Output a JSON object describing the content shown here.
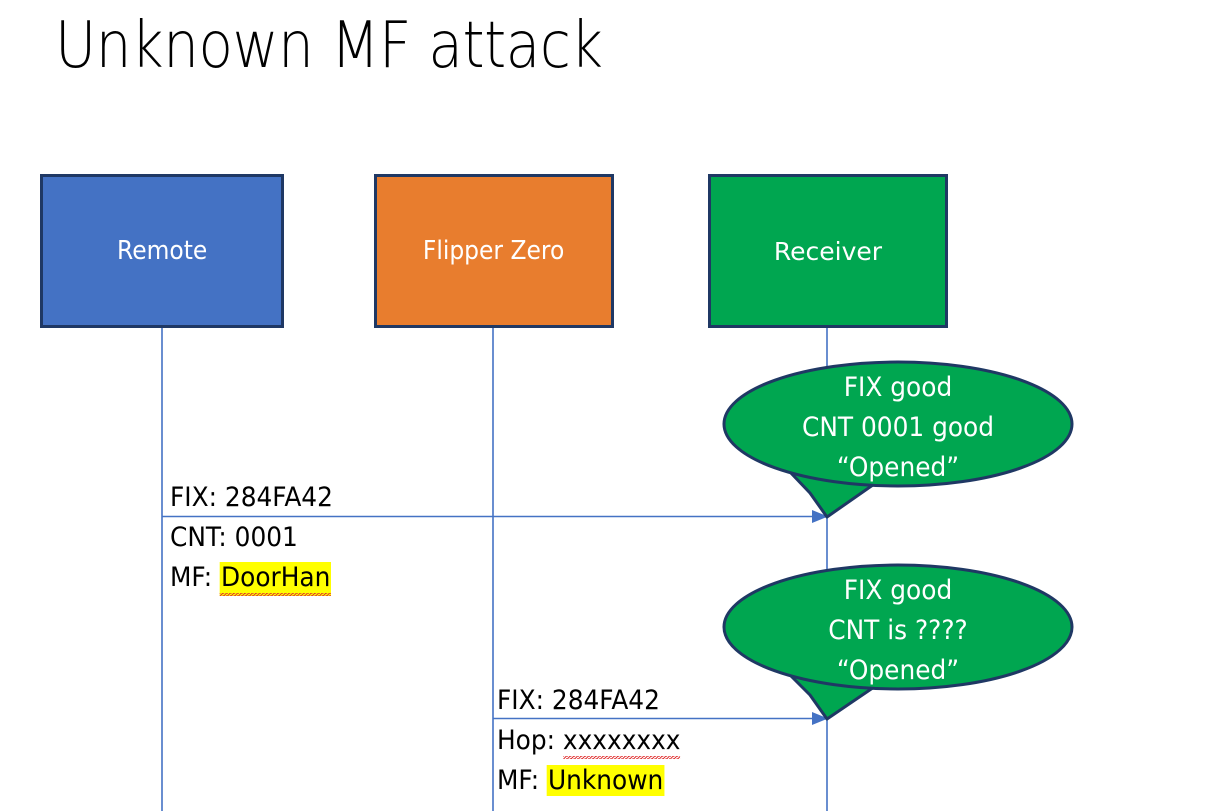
{
  "slide": {
    "title": "Unknown MF attack"
  },
  "actors": [
    {
      "id": "remote",
      "label": "Remote",
      "color": "#4472C4",
      "border": "#1F3864"
    },
    {
      "id": "flipper",
      "label": "Flipper Zero",
      "color": "#E87D2E",
      "border": "#1F3864"
    },
    {
      "id": "receiver",
      "label": "Receiver",
      "color": "#00A650",
      "border": "#1F3864"
    }
  ],
  "messages": [
    {
      "id": "message-1",
      "from": "remote",
      "to": "receiver",
      "lines": [
        {
          "label": "FIX: ",
          "value": "284FA42",
          "highlight": false,
          "spellerror": false
        },
        {
          "label": "CNT: ",
          "value": "0001",
          "highlight": false,
          "spellerror": false
        },
        {
          "label": "MF: ",
          "value": "DoorHan",
          "highlight": true,
          "spellerror": true
        }
      ]
    },
    {
      "id": "message-2",
      "from": "flipper",
      "to": "receiver",
      "lines": [
        {
          "label": "FIX: ",
          "value": "284FA42",
          "highlight": false,
          "spellerror": false
        },
        {
          "label": "Hop: ",
          "value": "xxxxxxxx",
          "highlight": false,
          "spellerror": true
        },
        {
          "label": "MF: ",
          "value": "Unknown",
          "highlight": true,
          "spellerror": false
        }
      ]
    }
  ],
  "callouts": [
    {
      "id": "callout-1",
      "lines": [
        "FIX good",
        "CNT 0001 good",
        "“Opened”"
      ],
      "fill": "#00A650",
      "stroke": "#1F3864"
    },
    {
      "id": "callout-2",
      "lines": [
        "FIX good",
        "CNT is ????",
        "“Opened”"
      ],
      "fill": "#00A650",
      "stroke": "#1F3864"
    }
  ],
  "colors": {
    "lifeline": "#4472C4",
    "arrow": "#4472C4",
    "highlight": "#FFFF00",
    "spellcheck": "#E03030",
    "background": "#FFFFFF"
  }
}
